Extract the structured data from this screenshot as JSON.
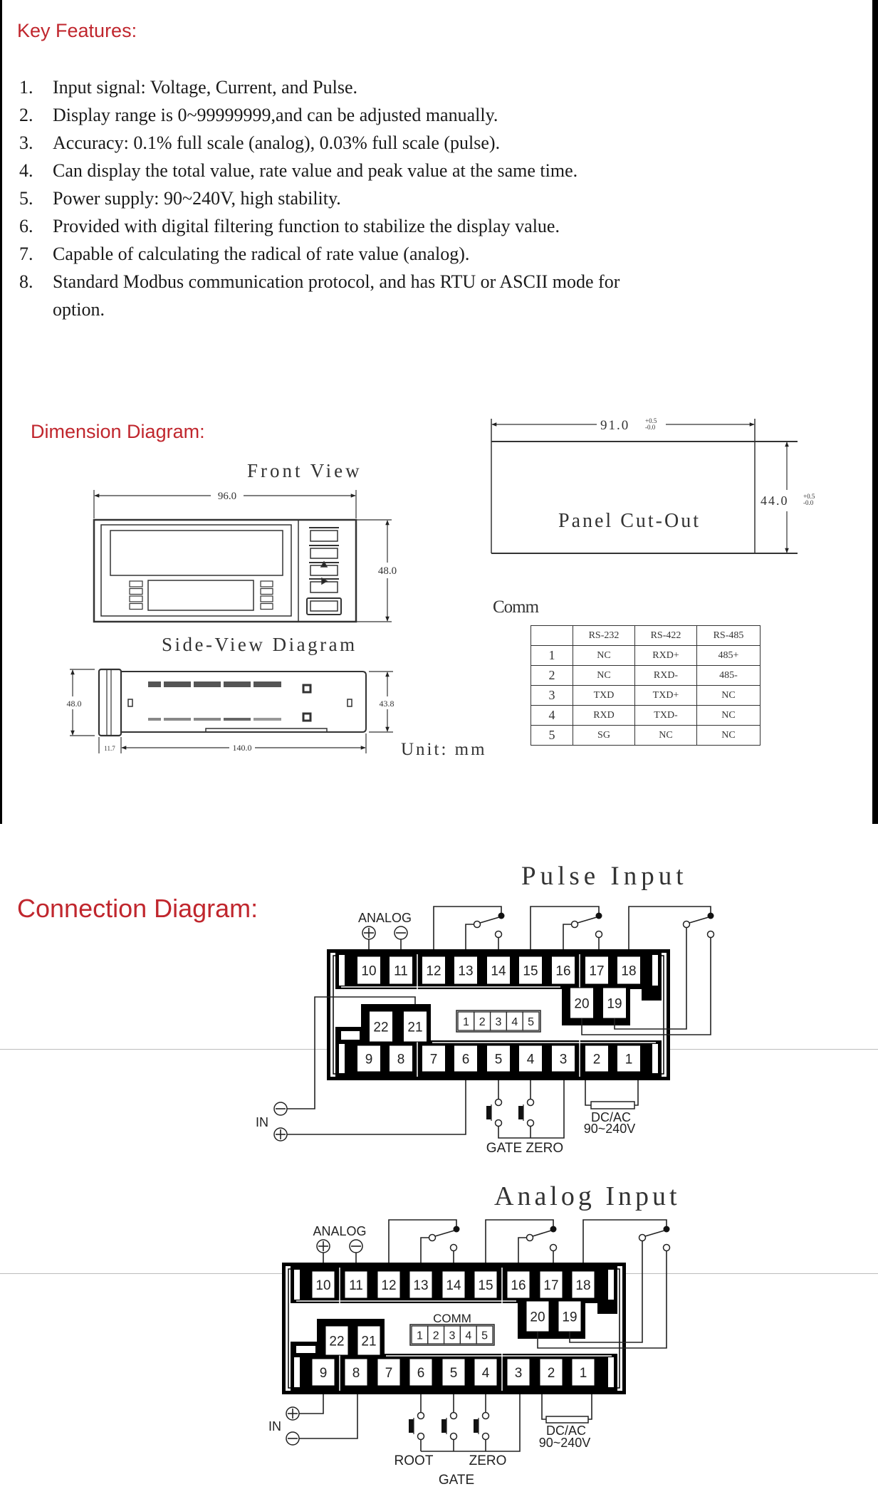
{
  "colors": {
    "title_red": "#c0262d",
    "line": "#222222",
    "rule_gray": "#bdbdbd"
  },
  "key_features": {
    "title": "Key Features:",
    "items": [
      {
        "num": "1.",
        "text": "Input signal: Voltage, Current, and Pulse."
      },
      {
        "num": "2.",
        "text": "Display range is 0~99999999,and can be adjusted manually."
      },
      {
        "num": "3.",
        "text": "Accuracy: 0.1% full scale (analog), 0.03% full scale (pulse)."
      },
      {
        "num": "4.",
        "text": "Can display the total value, rate value and peak value at the same time."
      },
      {
        "num": "5.",
        "text": "Power supply: 90~240V, high stability."
      },
      {
        "num": "6.",
        "text": "Provided with digital filtering function to stabilize the display value."
      },
      {
        "num": "7.",
        "text": "Capable of calculating the radical of rate value (analog)."
      },
      {
        "num": "8.",
        "text": "Standard Modbus communication protocol, and has RTU or ASCII mode for",
        "text_cont": "option."
      }
    ]
  },
  "dimension": {
    "title": "Dimension Diagram:",
    "front_view": "Front View",
    "front_width": "96.0",
    "front_height": "48.0",
    "side_view": "Side-View Diagram",
    "side_height": "48.0",
    "side_body_height": "43.8",
    "side_length": "140.0",
    "side_bezel": "11.7",
    "unit": "Unit: mm",
    "panel_cutout": "Panel Cut-Out",
    "cutout_width": "91.0",
    "cutout_height": "44.0",
    "tol_plus": "+0.5",
    "tol_minus": "-0.0"
  },
  "comm": {
    "title": "Comm",
    "headers": [
      "",
      "RS-232",
      "RS-422",
      "RS-485"
    ],
    "rows": [
      [
        "1",
        "NC",
        "RXD+",
        "485+"
      ],
      [
        "2",
        "NC",
        "RXD-",
        "485-"
      ],
      [
        "3",
        "TXD",
        "TXD+",
        "NC"
      ],
      [
        "4",
        "RXD",
        "TXD-",
        "NC"
      ],
      [
        "5",
        "SG",
        "NC",
        "NC"
      ]
    ]
  },
  "connection": {
    "title": "Connection Diagram:",
    "pulse": {
      "title": "Pulse Input",
      "analog_label": "ANALOG",
      "plus": "⊕",
      "minus": "⊖",
      "top_terminals": [
        "10",
        "11",
        "12",
        "13",
        "14",
        "15",
        "16",
        "17",
        "18"
      ],
      "bottom_terminals": [
        "9",
        "8",
        "7",
        "6",
        "5",
        "4",
        "3",
        "2",
        "1"
      ],
      "mid_right": [
        "20",
        "19"
      ],
      "mid_left": [
        "22",
        "21"
      ],
      "comm_pins": [
        "1",
        "2",
        "3",
        "4",
        "5"
      ],
      "in_label": "IN",
      "switch_labels": "GATE ZERO",
      "power_label_1": "DC/AC",
      "power_label_2": "90~240V"
    },
    "analog": {
      "title": "Analog Input",
      "analog_label": "ANALOG",
      "plus": "⊕",
      "minus": "⊖",
      "top_terminals": [
        "10",
        "11",
        "12",
        "13",
        "14",
        "15",
        "16",
        "17",
        "18"
      ],
      "bottom_terminals": [
        "9",
        "8",
        "7",
        "6",
        "5",
        "4",
        "3",
        "2",
        "1"
      ],
      "mid_right": [
        "20",
        "19"
      ],
      "mid_left": [
        "22",
        "21"
      ],
      "comm_label": "COMM",
      "comm_pins": [
        "1",
        "2",
        "3",
        "4",
        "5"
      ],
      "in_label": "IN",
      "root_label": "ROOT",
      "zero_label": "ZERO",
      "gate_label": "GATE",
      "power_label_1": "DC/AC",
      "power_label_2": "90~240V"
    }
  }
}
